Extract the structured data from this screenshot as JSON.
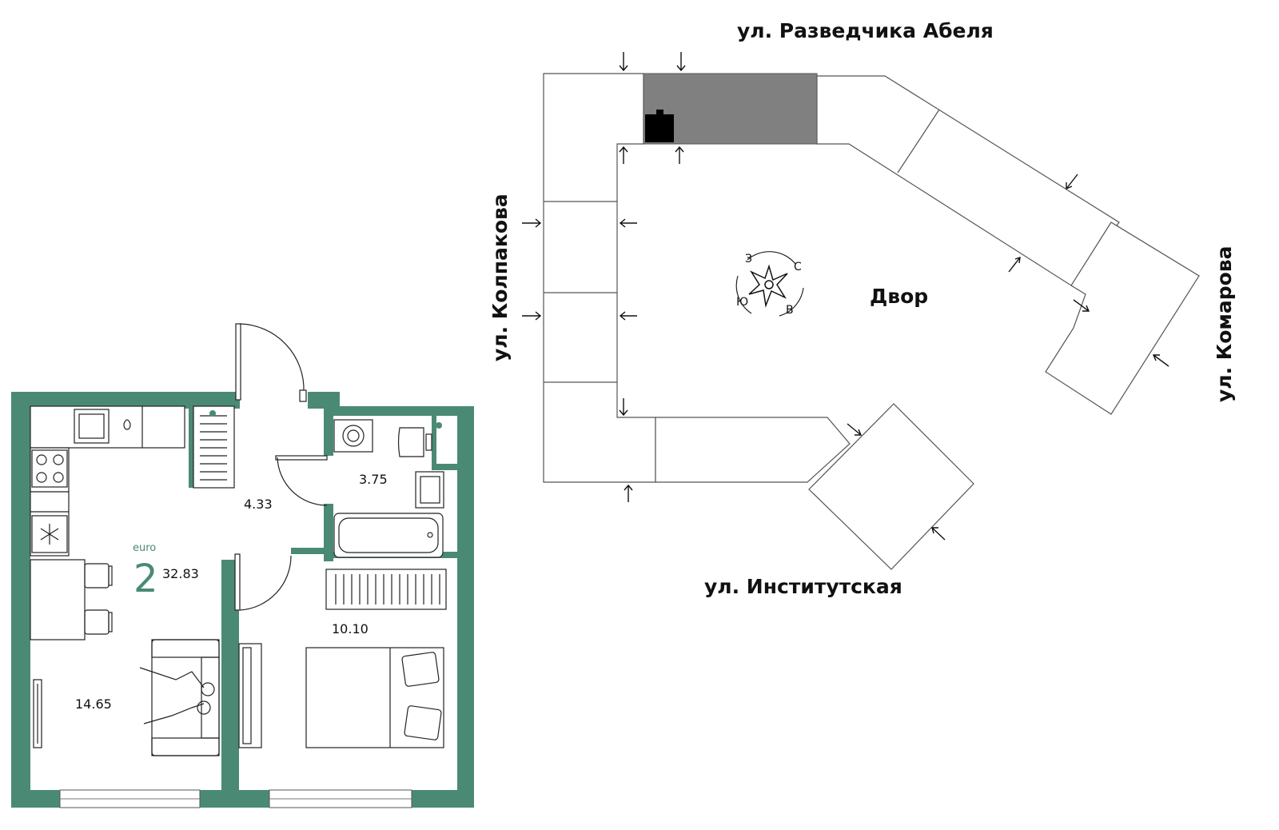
{
  "colors": {
    "wall": "#4a8a74",
    "accent": "#4a8a74",
    "selected_section": "#808080",
    "marker": "#000000"
  },
  "apartment": {
    "type_label": "euro",
    "rooms": "2",
    "total_area": "32.83",
    "room_areas": {
      "hall": "4.33",
      "bathroom": "3.75",
      "bedroom": "10.10",
      "living_kitchen": "14.65"
    }
  },
  "site": {
    "streets": {
      "north": "ул. Разведчика Абеля",
      "west": "ул. Колпакова",
      "east": "ул. Комарова",
      "south": "ул. Институтская"
    },
    "courtyard": "Двор",
    "compass": {
      "north": "С",
      "east": "В",
      "south": "Ю",
      "west": "З"
    }
  }
}
